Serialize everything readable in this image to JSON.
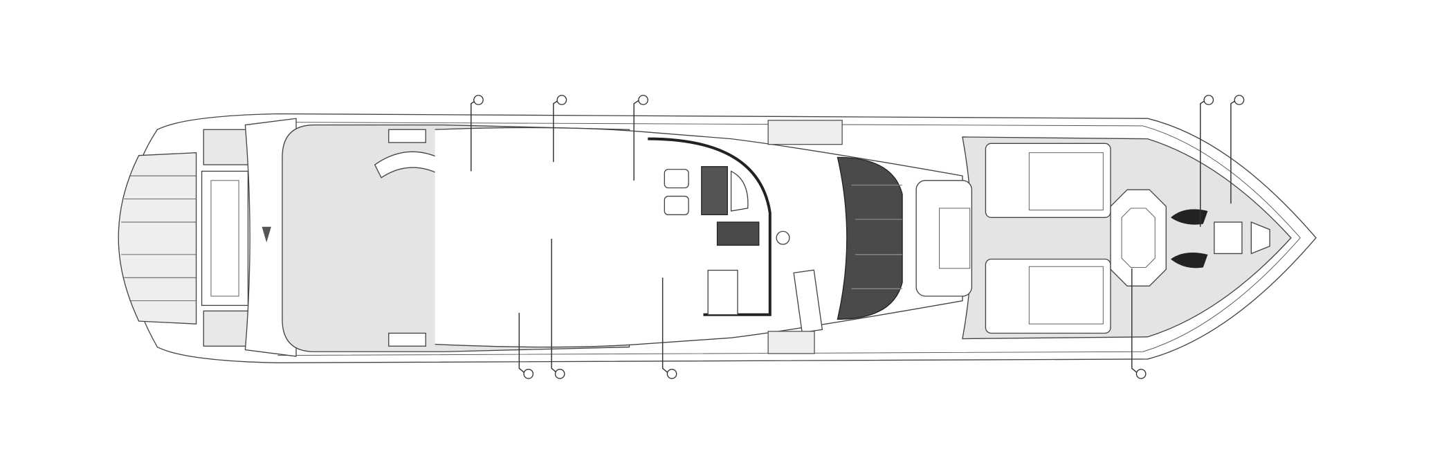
{
  "diagram": {
    "type": "yacht-deck-plan",
    "view": "top",
    "callout_count": 9,
    "colors": {
      "deck": "#e4e4e4",
      "outline": "#333333",
      "dark_fill": "#4a4a4a",
      "background": "#ffffff"
    }
  }
}
